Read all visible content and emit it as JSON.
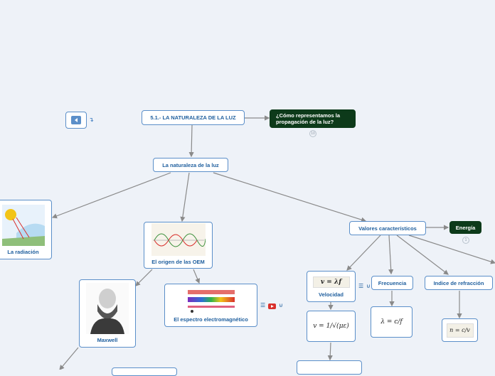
{
  "nodes": {
    "title": "5.1.- LA NATURALEZA DE LA LUZ",
    "question": "¿Cómo representamos la propagación de la luz?",
    "question_badge": "10",
    "nature": "La naturaleza de la luz",
    "radiation": "La radiación",
    "origin": "El origen de las OEM",
    "values": "Valores característicos",
    "energy": "Energía",
    "energy_badge": "1",
    "maxwell": "Maxwell",
    "spectrum": "El espectro electromagnético",
    "velocity": "Velocidad",
    "frequency": "Frecuencia",
    "refraction": "Indice de refracción"
  },
  "formulas": {
    "velocity": "v = λf",
    "frequency": "λ = c/f",
    "refraction": "n = c/v",
    "speed": "v = 1/√(με)"
  },
  "colors": {
    "accent": "#5b8fc9",
    "text": "#1f5f9e",
    "dark": "#0d3a1a",
    "line": "#8a8a8a",
    "background": "#eef2f8"
  },
  "icons": [
    "back-arrow-icon",
    "link-icon",
    "notes-icon",
    "youtube-icon",
    "attachment-icon"
  ]
}
